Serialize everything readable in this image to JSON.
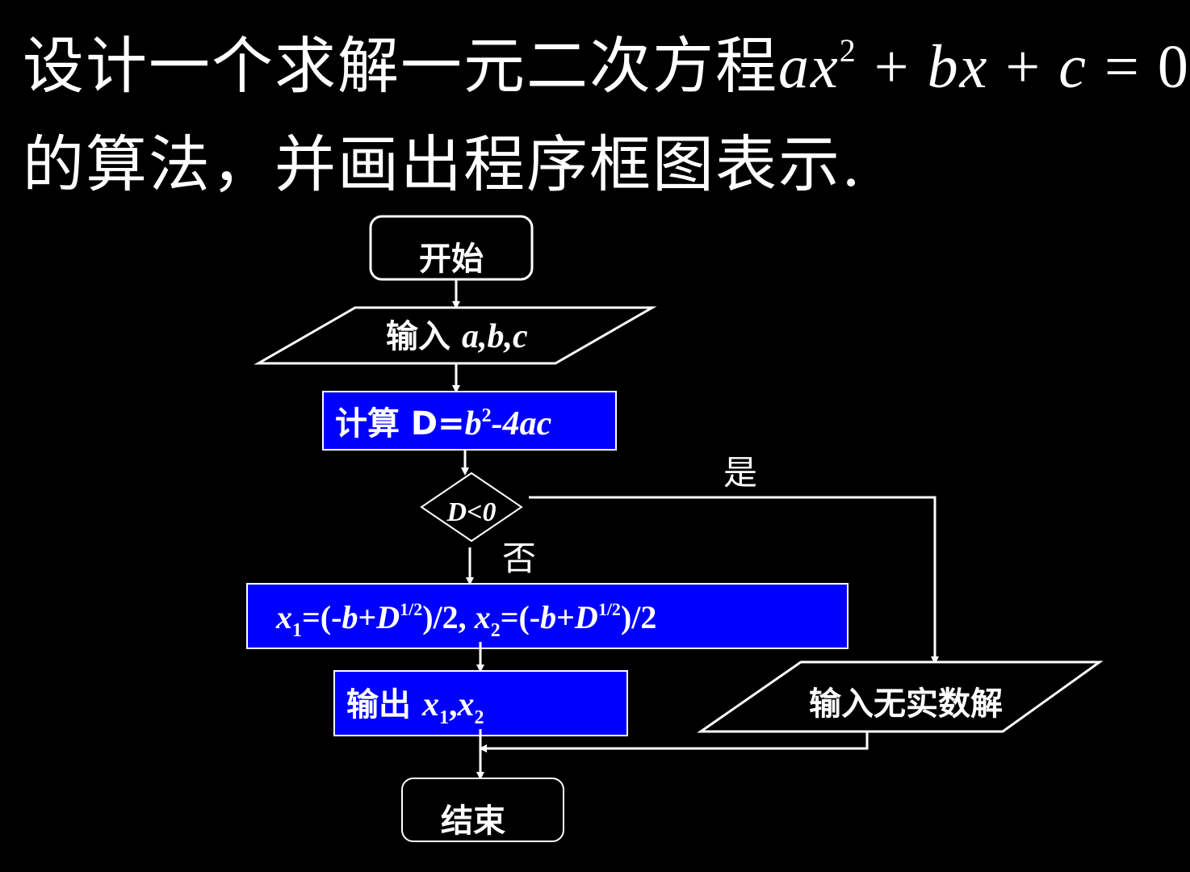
{
  "title": {
    "line1_text": "设计一个求解一元二次方程",
    "line1_eq_a": "ax",
    "line1_eq_exp": "2",
    "line1_eq_op1": " + ",
    "line1_eq_b": "bx",
    "line1_eq_op2": " + ",
    "line1_eq_c": "c",
    "line1_eq_op3": " = ",
    "line1_eq_zero": "0",
    "line2_text": "的算法，并画出程序框图表示."
  },
  "flowchart": {
    "start": "开始",
    "input_label": "输入 ",
    "input_vars": "a,b,c",
    "compute_label": "计算 D=",
    "compute_b": "b",
    "compute_exp": "2",
    "compute_rest": "-4ac",
    "decision": "D<0",
    "yes_label": "是",
    "no_label": "否",
    "formula": {
      "x": "x",
      "sub1": "1",
      "part1": "=(-",
      "b": "b",
      "plus": "+",
      "D": "D",
      "exp": "1/2",
      "part2": ")/2, ",
      "sub2": "2",
      "part3": "=(-",
      "part4": ")/2"
    },
    "output_label": "输出 ",
    "output_x": "x",
    "output_sub1": "1",
    "output_comma": ",",
    "output_sub2": "2",
    "no_solution": "输入无实数解",
    "end": "结束"
  },
  "colors": {
    "background": "#000000",
    "process_fill": "#0000ff",
    "stroke": "#ffffff",
    "text": "#ffffff"
  }
}
